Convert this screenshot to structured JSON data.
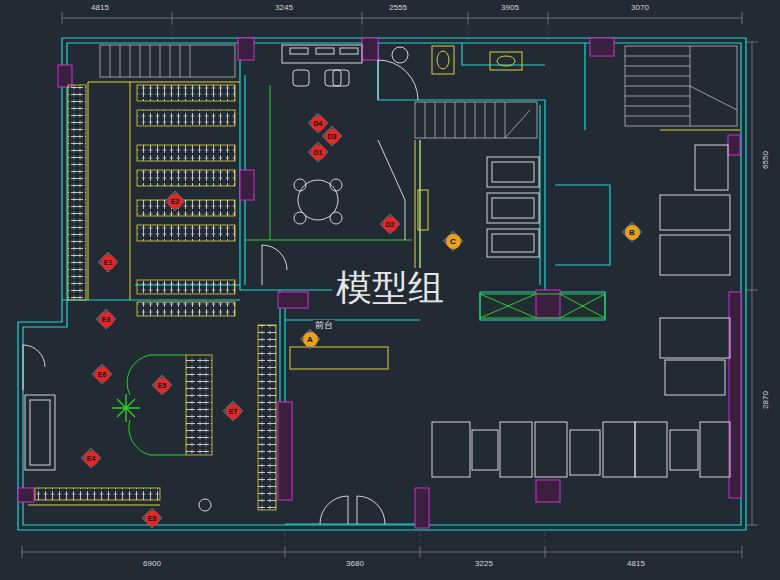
{
  "diagram": {
    "labels": [
      "4815",
      "3245",
      "2555",
      "3905",
      "3070",
      "6550",
      "2870",
      "6900",
      "3680",
      "3225",
      "4815",
      "D4",
      "D3",
      "D1",
      "D2",
      "E2",
      "E1",
      "E3",
      "E6",
      "E5",
      "E7",
      "E4",
      "E8",
      "A",
      "B",
      "C",
      "前台",
      "模型组"
    ]
  }
}
